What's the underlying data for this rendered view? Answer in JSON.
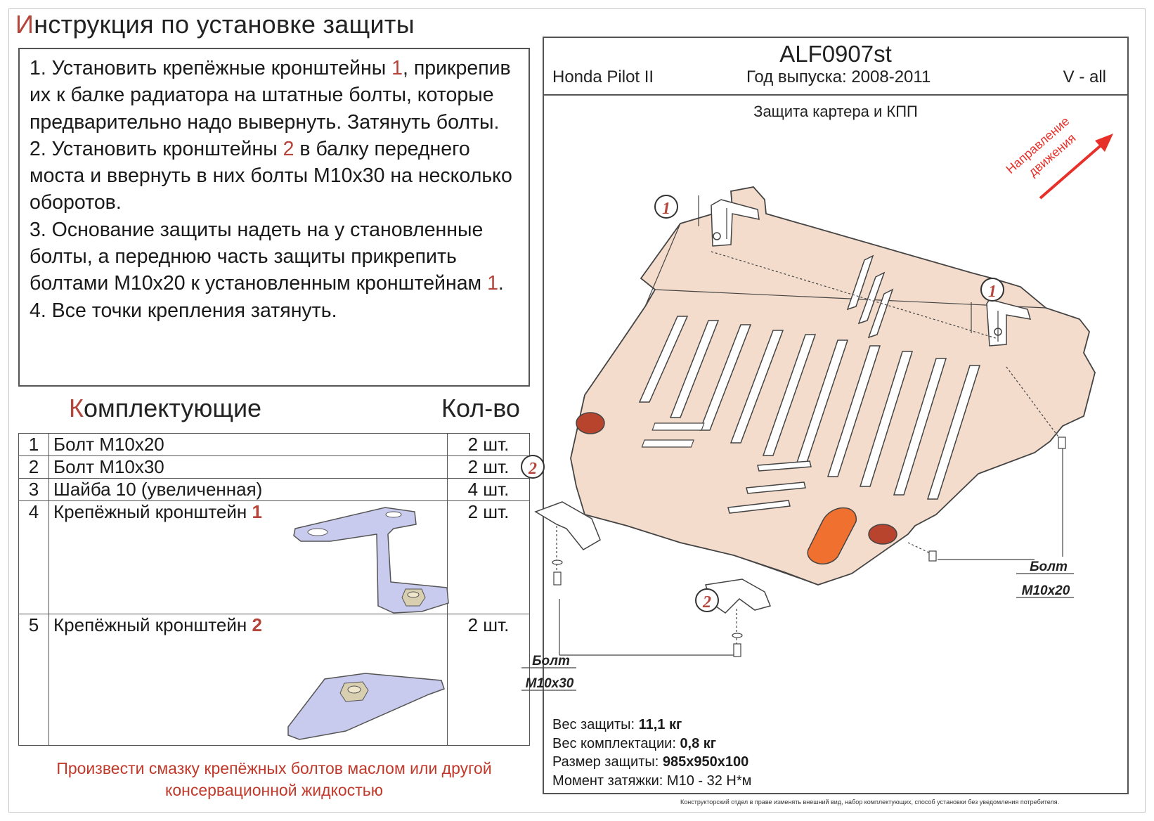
{
  "title": {
    "first": "И",
    "rest": "нструкция по установке защиты"
  },
  "instructions": [
    {
      "pre": "1. Установить крепёжные кронштейны ",
      "num": "1",
      "post": ", прикрепив их к балке радиатора на штатные болты, которые предварительно надо вывернуть. Затянуть болты."
    },
    {
      "pre": "2. Установить кронштейны ",
      "num": "2",
      "post": " в балку переднего моста и ввернуть в них болты М10х30 на несколько оборотов."
    },
    {
      "pre": "3. Основание защиты надеть на у становленные болты, а переднюю часть защиты прикрепить болтами М10х20 к установленным кронштейнам ",
      "num": "1",
      "post": "."
    },
    {
      "pre": "4. Все точки крепления затянуть.",
      "num": "",
      "post": ""
    }
  ],
  "components": {
    "heading_first": "К",
    "heading_rest": "омплектующие",
    "qty_heading": "Кол-во"
  },
  "parts": [
    {
      "n": "1",
      "name": "Болт М10х20",
      "mark": "",
      "qty": "2 шт."
    },
    {
      "n": "2",
      "name": "Болт М10х30",
      "mark": "",
      "qty": "2 шт."
    },
    {
      "n": "3",
      "name": "Шайба 10 (увеличенная)",
      "mark": "",
      "qty": "4 шт."
    },
    {
      "n": "4",
      "name": "Крепёжный кронштейн ",
      "mark": "1",
      "qty": "2 шт."
    },
    {
      "n": "5",
      "name": "Крепёжный кронштейн ",
      "mark": "2",
      "qty": "2 шт."
    }
  ],
  "lubrication_note": "Произвести смазку крепёжных болтов маслом или другой консервационной жидкостью",
  "header": {
    "code": "ALF0907st",
    "model": "Honda Pilot II",
    "year": "Год выпуска: 2008-2011",
    "version": "V - all"
  },
  "subtitle": "Защита картера и КПП",
  "direction": [
    "Направление",
    "движения"
  ],
  "callouts": {
    "b1": "1",
    "b2": "2"
  },
  "bolt_labels": {
    "m20_word": "Болт",
    "m20_size": "M10x20",
    "m30_word": "Болт",
    "m30_size": "M10x30"
  },
  "specs": [
    {
      "label": "Вес защиты: ",
      "value": "11,1 кг"
    },
    {
      "label": "Вес комплектации: ",
      "value": "0,8 кг"
    },
    {
      "label": "Размер защиты: ",
      "value": "985х950х100"
    },
    {
      "label": "Момент затяжки: ",
      "value": "М10 - 32 Н*м"
    }
  ],
  "disclaimer": "Конструкторский отдел в праве изменять внешний вид, набор комплектующих, способ установки без уведомления потребителя.",
  "colors": {
    "accent": "#b5443a",
    "plate": "#f3dccb",
    "bracket": "#c9cbee",
    "pad": "#f07030"
  }
}
